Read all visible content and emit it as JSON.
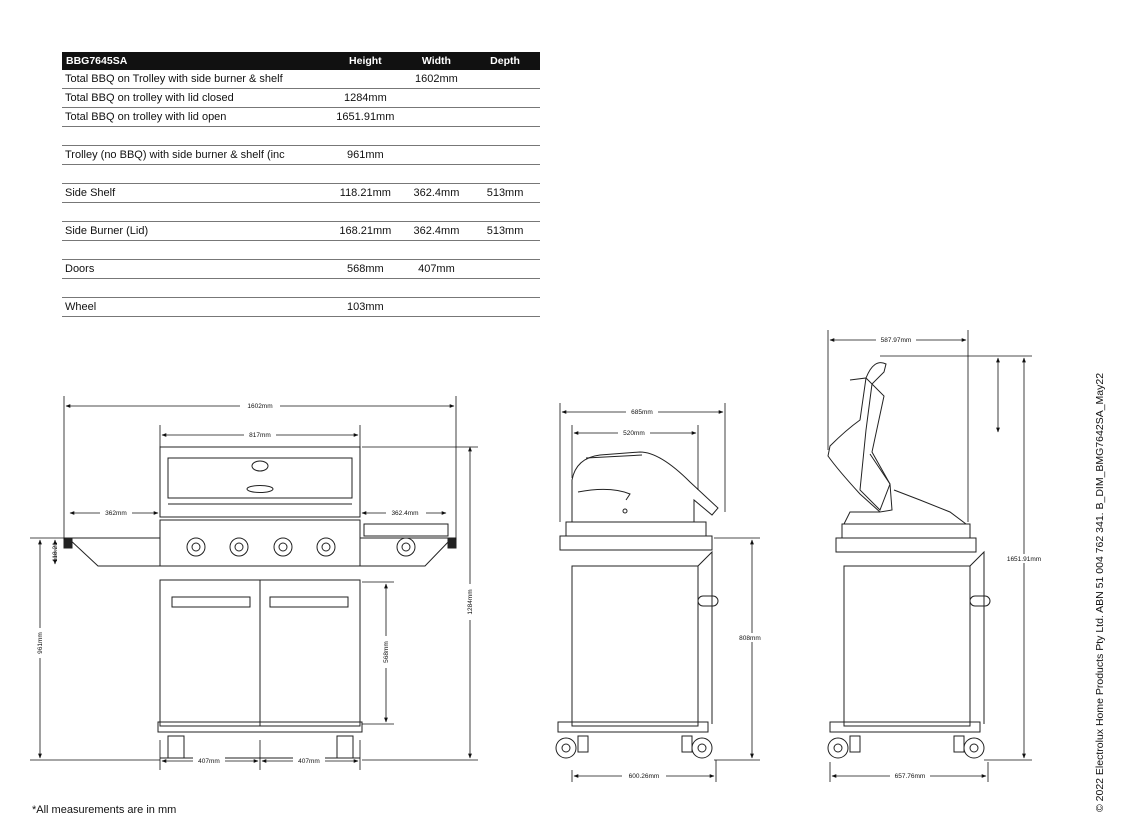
{
  "table": {
    "headers": [
      "BBG7645SA",
      "Height",
      "Width",
      "Depth"
    ],
    "rows": [
      {
        "label": "Total BBQ on Trolley with side burner & shelf",
        "height": "",
        "width": "1602mm",
        "depth": ""
      },
      {
        "label": "Total BBQ on trolley with lid closed",
        "height": "1284mm",
        "width": "",
        "depth": ""
      },
      {
        "label": "Total BBQ on trolley with lid open",
        "height": "1651.91mm",
        "width": "",
        "depth": ""
      },
      {
        "label": "",
        "height": "",
        "width": "",
        "depth": ""
      },
      {
        "label": "Trolley (no BBQ) with side burner & shelf (inc",
        "height": "961mm",
        "width": "",
        "depth": ""
      },
      {
        "label": "",
        "height": "",
        "width": "",
        "depth": ""
      },
      {
        "label": "Side Shelf",
        "height": "118.21mm",
        "width": "362.4mm",
        "depth": "513mm"
      },
      {
        "label": "",
        "height": "",
        "width": "",
        "depth": ""
      },
      {
        "label": "Side Burner (Lid)",
        "height": "168.21mm",
        "width": "362.4mm",
        "depth": "513mm"
      },
      {
        "label": "",
        "height": "",
        "width": "",
        "depth": ""
      },
      {
        "label": "Doors",
        "height": "568mm",
        "width": "407mm",
        "depth": ""
      },
      {
        "label": "",
        "height": "",
        "width": "",
        "depth": ""
      },
      {
        "label": "Wheel",
        "height": "103mm",
        "width": "",
        "depth": ""
      }
    ]
  },
  "front_view": {
    "overall_width": "1602mm",
    "body_width": "817mm",
    "shelf_width": "362mm",
    "burner_width": "362.4mm",
    "shelf_height": "118.21",
    "trolley_height": "961mm",
    "total_height": "1284mm",
    "door_height": "568mm",
    "door_width_left": "407mm",
    "door_width_right": "407mm"
  },
  "side_view": {
    "overall_depth": "685mm",
    "hood_depth": "520mm",
    "trolley_height": "808mm",
    "base_depth": "600.26mm"
  },
  "open_view": {
    "lid_depth": "587.97mm",
    "total_height": "1651.91mm",
    "base_depth": "657.76mm"
  },
  "footnote": "*All measurements are in mm",
  "copyright": "© 2022 Electrolux Home Products Pty Ltd. ABN 51 004 762 341. B_DIM_BMG7642SA_May22"
}
